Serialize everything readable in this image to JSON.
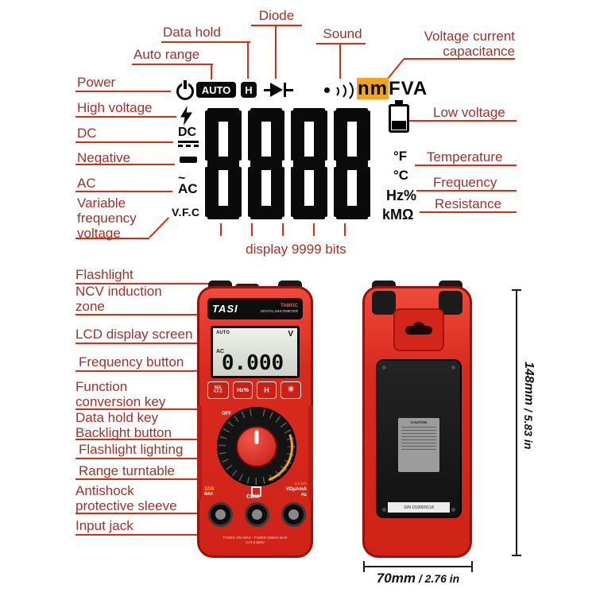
{
  "lcd": {
    "top": {
      "diode": "Diode",
      "data_hold": "Data hold",
      "sound": "Sound",
      "auto_range": "Auto range",
      "vcc1": "Voltage current",
      "vcc2": "capacitance"
    },
    "left": {
      "power": "Power",
      "high_voltage": "High voltage",
      "dc": "DC",
      "negative": "Negative",
      "ac": "AC",
      "vfc1": "Variable",
      "vfc2": "frequency",
      "vfc3": "voltage"
    },
    "right": {
      "low_voltage": "Low voltage",
      "temperature": "Temperature",
      "frequency": "Frequency",
      "resistance": "Resistance"
    },
    "seg": {
      "auto": "AUTO",
      "hold": "H",
      "nm": "nm",
      "fva": "FVA",
      "digits": "8888",
      "f": "°F",
      "c": "°C",
      "hz": "Hz%",
      "km": "kMΩ",
      "dc": "DC",
      "ac": "AC",
      "ac_tilde": "~",
      "vfc": "V.F.C"
    },
    "caption": "display 9999 bits"
  },
  "labels": {
    "flashlight": "Flashlight",
    "ncv1": "NCV induction",
    "ncv2": "zone",
    "lcd_screen": "LCD display screen",
    "freq_btn": "Frequency button",
    "func1": "Function",
    "func2": "conversion key",
    "hold1": "Data hold key",
    "hold2": "Backlight button",
    "flash2": "Flashlight lighting",
    "range": "Range turntable",
    "anti1": "Antishock",
    "anti2": "protective sleeve",
    "input": "Input jack"
  },
  "front": {
    "brand": "TASI",
    "model": "TA801C",
    "sub": "DIGITAL MULTIMETER",
    "auto": "AUTO",
    "value": "0.000",
    "unit": "V",
    "ac": "AC",
    "sel1": "SEL",
    "sel2": "V.F.C",
    "hz": "Hz%",
    "hold": "H",
    "light": "☀",
    "off": "OFF",
    "a10": "10A",
    "max": "MAX",
    "com": "COM",
    "live": "▲Live",
    "vr": "VΩµAmA",
    "hzj": "Hz",
    "fuse": "FUSED 10A MAX · FUSED 600mA MAX",
    "cat": "CAT.II 600V"
  },
  "back": {
    "caution": "CAUTION",
    "serial": "S/N 019009118"
  },
  "dims": {
    "h1": "148mm",
    "h2": " / 5.83 in",
    "w1": "70mm",
    "w2": " / 2.76 in"
  }
}
